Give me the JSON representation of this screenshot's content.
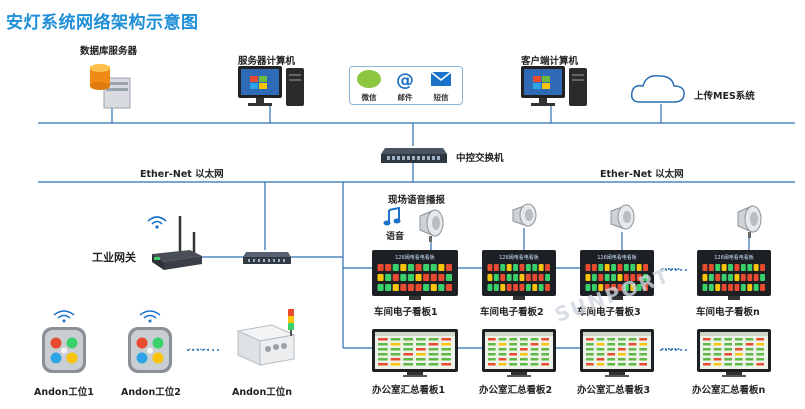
{
  "title": "安灯系统网络架构示意图",
  "nodes": {
    "db_server": "数据库服务器",
    "server_pc": "服务器计算机",
    "client_pc": "客户端计算机",
    "mes": "上传MES系统",
    "core_switch": "中控交换机",
    "gateway": "工业网关",
    "voice_broadcast": "现场语音播报",
    "voice": "语音"
  },
  "notify_channels": [
    "微信",
    "邮件",
    "短信"
  ],
  "ethernet_labels": [
    "Ether-Net 以太网",
    "Ether-Net 以太网"
  ],
  "andon_stations": [
    "Andon工位1",
    "Andon工位2",
    "Andon工位n"
  ],
  "workshop_boards": [
    "车间电子看板1",
    "车间电子看板2",
    "车间电子看板3",
    "车间电子看板n"
  ],
  "office_boards": [
    "办公室汇总看板1",
    "办公室汇总看板2",
    "办公室汇总看板3",
    "办公室汇总看板n"
  ],
  "workshop_board_header": "126阀电看电看板",
  "ellipsis": "……",
  "watermark": "SUNPORT",
  "colors": {
    "title": "#1f8fd8",
    "line": "#2a6fb0",
    "wechat": "#8cc63f",
    "mail": "#1a73c9"
  }
}
